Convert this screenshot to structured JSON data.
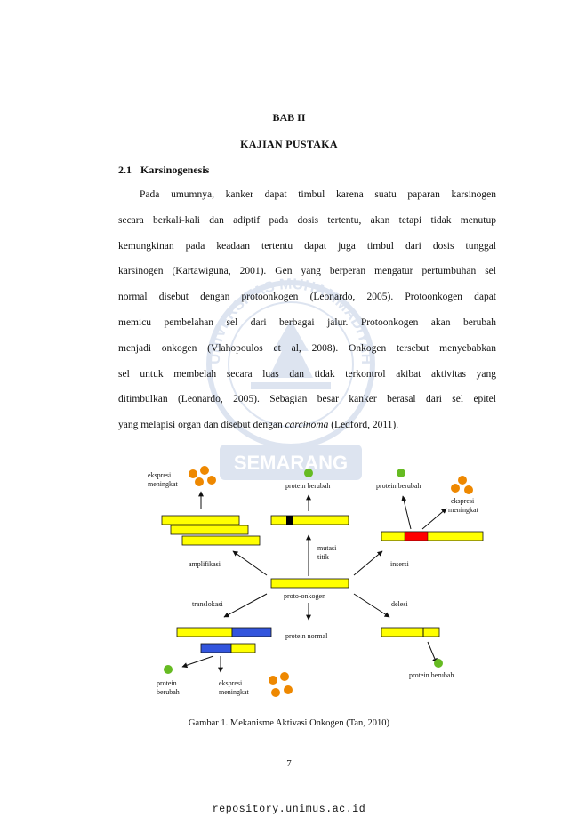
{
  "page": {
    "chapter": "BAB II",
    "chapter_title": "KAJIAN PUSTAKA",
    "section": {
      "number": "2.1",
      "title": "Karsinogenesis"
    },
    "paragraph_lines": [
      "Pada umumnya, kanker dapat timbul karena suatu paparan karsinogen",
      "secara berkali-kali dan adiptif pada dosis tertentu, akan tetapi tidak menutup",
      "kemungkinan pada keadaan tertentu dapat juga timbul dari dosis tunggal",
      "karsinogen (Kartawiguna, 2001). Gen yang berperan mengatur pertumbuhan sel",
      "normal disebut dengan protoonkogen (Leonardo, 2005). Protoonkogen dapat",
      "memicu pembelahan sel dari berbagai jalur. Protoonkogen akan berubah",
      "menjadi onkogen (Vlahopoulos et al, 2008). Onkogen tersebut menyebabkan",
      "sel untuk membelah secara luas dan tidak terkontrol akibat aktivitas yang",
      "ditimbulkan (Leonardo, 2005). Sebagian besar kanker berasal dari sel epitel"
    ],
    "last_line": {
      "before": "yang melapisi organ dan disebut dengan ",
      "italic": "carcinoma",
      "after": " (Ledford, 2011)."
    },
    "caption": "Gambar 1. Mekanisme Aktivasi Onkogen (Tan, 2010)",
    "page_number": "7",
    "footer": "repository.unimus.ac.id"
  },
  "figure": {
    "labels": {
      "ekspresi_tl_1": "ekspresi",
      "ekspresi_tl_2": "meningkat",
      "protein_berubah_center": "protein berubah",
      "protein_berubah_right": "protein berubah",
      "ekspresi_tr_1": "ekspresi",
      "ekspresi_tr_2": "meningkat",
      "mutasi_1": "mutasi",
      "mutasi_2": "titik",
      "amplifikasi": "amplifikasi",
      "insersi": "insersi",
      "proto_onkogen": "proto-onkogen",
      "translokasi": "translokasi",
      "delesi": "delesi",
      "protein_normal": "protein normal",
      "protein_bl_1": "protein",
      "protein_bl_2": "berubah",
      "ekspresi_bl_1": "ekspresi",
      "ekspresi_bl_2": "meningkat",
      "protein_berubah_br": "protein berubah"
    },
    "colors": {
      "gene": "#ffff00",
      "inserted_segment": "#ff0000",
      "translocated_segment": "#3355dd",
      "point_mutation": "#000000",
      "protein_changed": "#66bb22",
      "protein_expression": "#ee8800"
    }
  },
  "watermark": {
    "text_top": "UNIVERSITAS MUHAMMADIYAH",
    "text_bottom": "SEMARANG",
    "color": "#4a6fb0"
  }
}
